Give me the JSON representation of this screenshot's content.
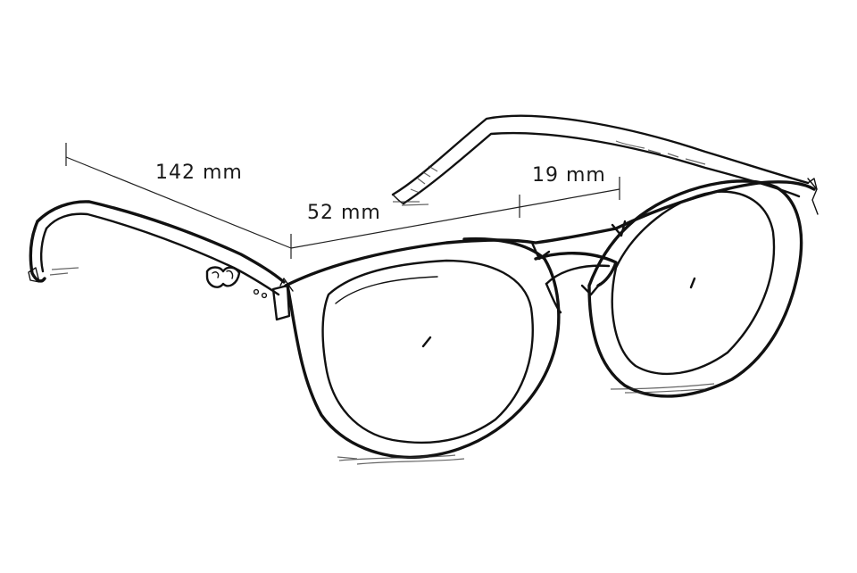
{
  "diagram": {
    "subject": "round-eyeglasses-sketch",
    "dimensions": {
      "temple_length": "142 mm",
      "lens_width": "52 mm",
      "bridge_width": "19 mm"
    },
    "ink_color": "#111111",
    "background_color": "#ffffff"
  }
}
